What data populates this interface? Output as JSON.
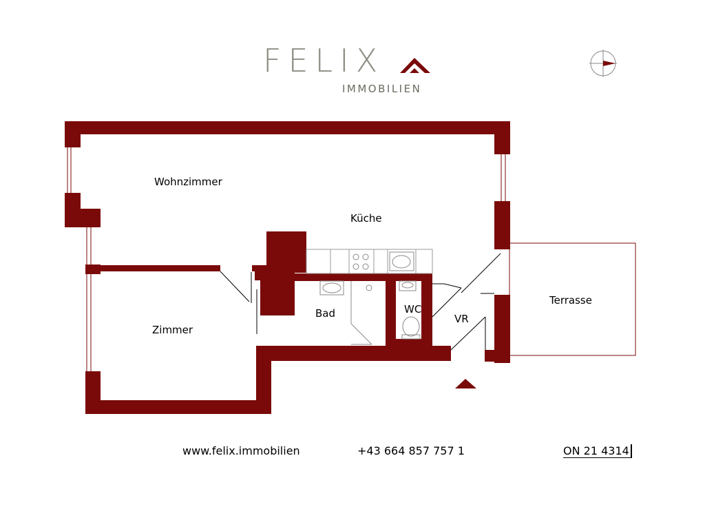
{
  "brand": {
    "name": "FELIX",
    "subtitle": "IMMOBILIEN",
    "color_text": "#8e8e84",
    "color_accent": "#7a0a0a"
  },
  "rooms": {
    "wohnzimmer": "Wohnzimmer",
    "kueche": "Küche",
    "zimmer": "Zimmer",
    "bad": "Bad",
    "wc": "WC",
    "vr": "VR",
    "terrasse": "Terrasse"
  },
  "colors": {
    "wall": "#7a0a0a",
    "fixture_line": "#999999",
    "line": "#000000"
  },
  "icons": {
    "compass": "compass-icon",
    "entrance": "entrance-arrow-icon"
  },
  "footer": {
    "website": "www.felix.immobilien",
    "phone": "+43 664 857 757 1",
    "reference": "ON 21 4314"
  }
}
